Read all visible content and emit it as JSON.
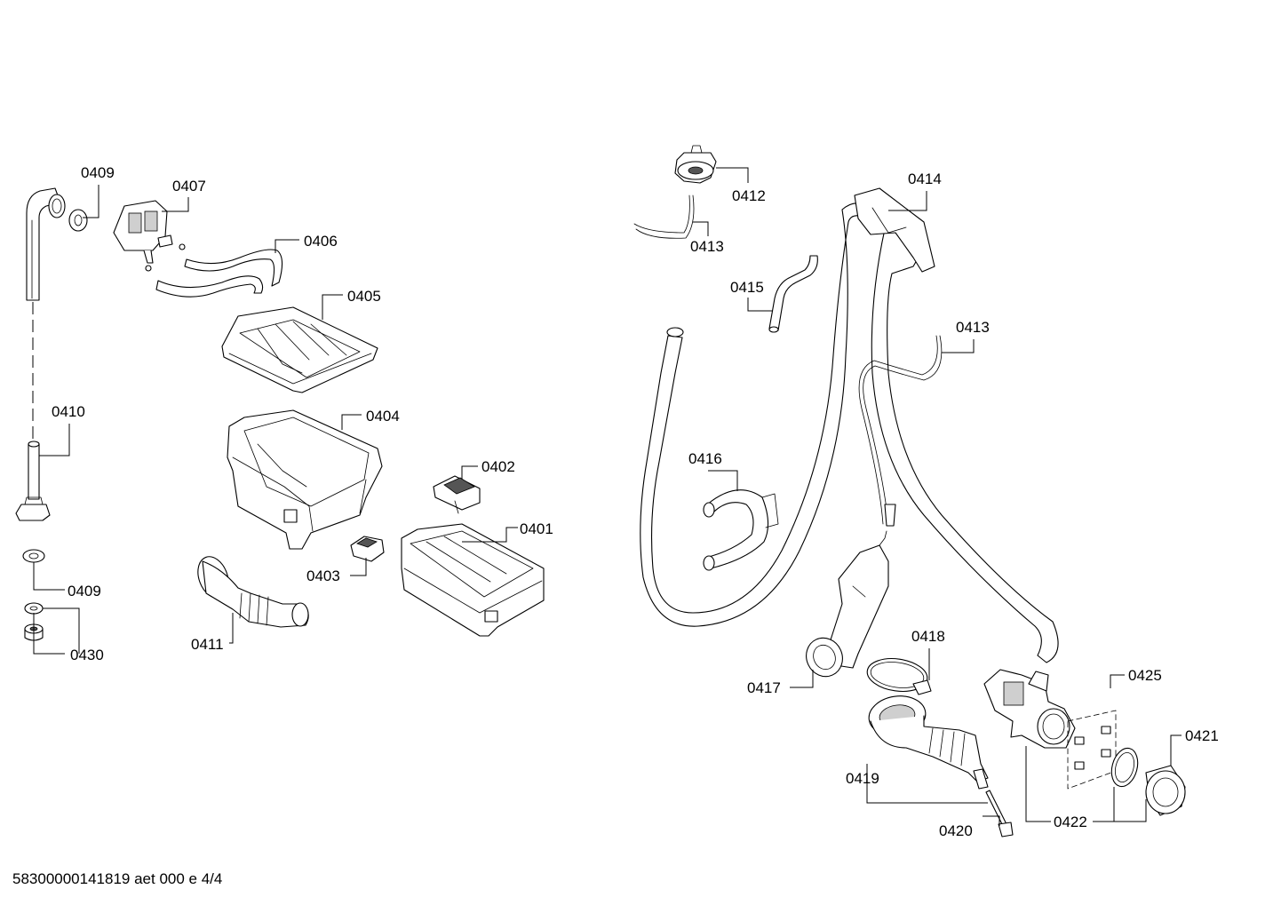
{
  "footer": "58300000141819 aet 000 e 4/4",
  "labels": {
    "p0409a": "0409",
    "p0407": "0407",
    "p0406": "0406",
    "p0405": "0405",
    "p0404": "0404",
    "p0410": "0410",
    "p0402": "0402",
    "p0401": "0401",
    "p0403": "0403",
    "p0409b": "0409",
    "p0430": "0430",
    "p0411": "0411",
    "p0412": "0412",
    "p0413a": "0413",
    "p0414": "0414",
    "p0415": "0415",
    "p0413b": "0413",
    "p0416": "0416",
    "p0418": "0418",
    "p0417": "0417",
    "p0425": "0425",
    "p0421": "0421",
    "p0419": "0419",
    "p0420": "0420",
    "p0422": "0422"
  }
}
